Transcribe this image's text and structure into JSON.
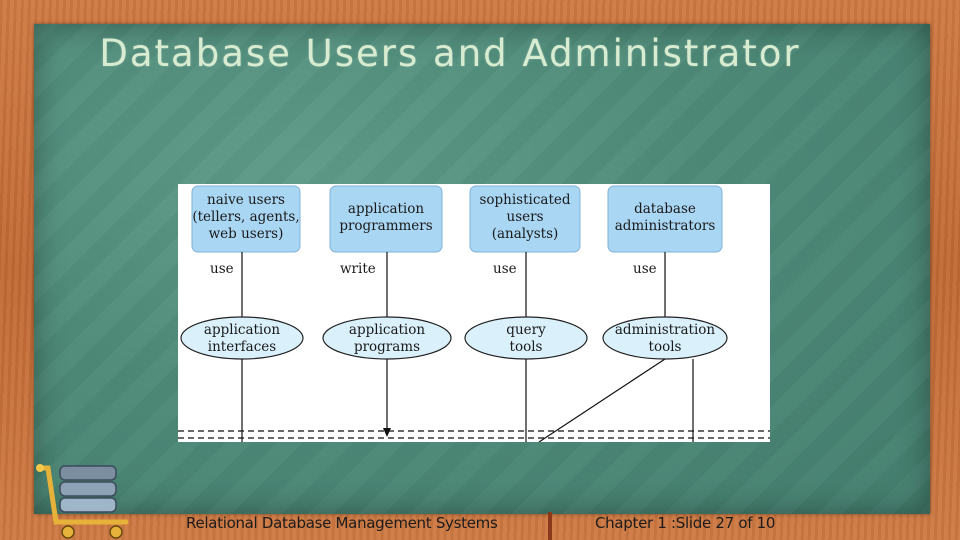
{
  "slide": {
    "title": "Database Users and Administrator",
    "footer_left": "Relational Database Management Systems",
    "footer_right": "Chapter 1 :Slide 27 of  10"
  },
  "diagram": {
    "users": [
      {
        "lines": [
          "naive users",
          "(tellers, agents,",
          "web users)"
        ]
      },
      {
        "lines": [
          "application",
          "programmers"
        ]
      },
      {
        "lines": [
          "sophisticated",
          "users",
          "(analysts)"
        ]
      },
      {
        "lines": [
          "database",
          "administrators"
        ]
      }
    ],
    "edges": [
      "use",
      "write",
      "use",
      "use"
    ],
    "tools": [
      {
        "lines": [
          "application",
          "interfaces"
        ]
      },
      {
        "lines": [
          "application",
          "programs"
        ]
      },
      {
        "lines": [
          "query",
          "tools"
        ]
      },
      {
        "lines": [
          "administration",
          "tools"
        ]
      }
    ]
  },
  "colors": {
    "board": "#4e8a78",
    "frame": "#c8703a",
    "title_chalk": "#d7ecd0",
    "user_box": "#a9d6f3",
    "tool_oval": "#daf0fb"
  },
  "icons": {
    "logo": "database-cart-icon"
  }
}
